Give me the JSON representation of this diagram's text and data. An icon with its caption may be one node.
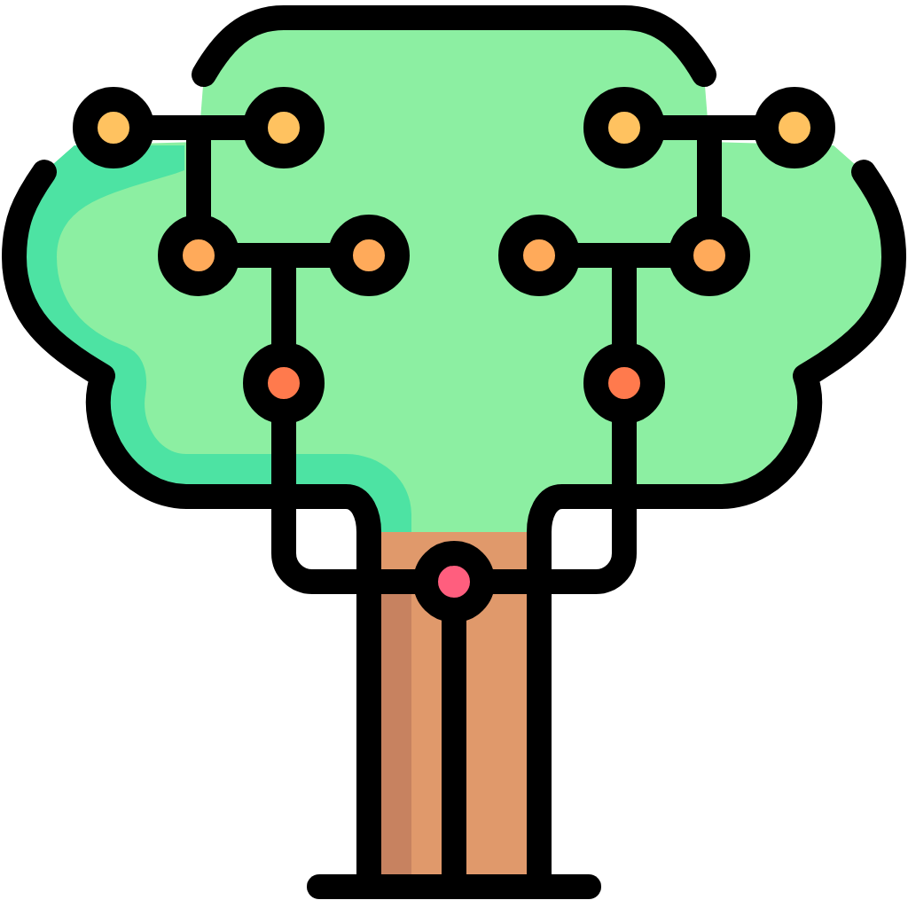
{
  "diagram": {
    "nodes": [
      {
        "text": [],
        "shape": "circle"
      },
      {
        "text": [],
        "shape": "circle"
      },
      {
        "text": [],
        "shape": "circle"
      },
      {
        "text": [],
        "shape": "circle"
      },
      {
        "text": [],
        "shape": "circle"
      },
      {
        "text": [],
        "shape": "circle"
      },
      {
        "text": [],
        "shape": "circle"
      },
      {
        "text": [],
        "shape": "circle"
      },
      {
        "text": [],
        "shape": "circle"
      },
      {
        "text": [],
        "shape": "circle"
      },
      {
        "text": [],
        "shape": "circle"
      }
    ],
    "edges": [
      {
        "from": 4,
        "to": 0,
        "arrow": "none"
      },
      {
        "from": 4,
        "to": 1,
        "arrow": "none"
      },
      {
        "from": 7,
        "to": 2,
        "arrow": "none"
      },
      {
        "from": 7,
        "to": 3,
        "arrow": "none"
      },
      {
        "from": 8,
        "to": 4,
        "arrow": "none"
      },
      {
        "from": 8,
        "to": 5,
        "arrow": "none"
      },
      {
        "from": 9,
        "to": 6,
        "arrow": "none"
      },
      {
        "from": 9,
        "to": 7,
        "arrow": "none"
      },
      {
        "from": 8,
        "to": 10,
        "arrow": "none"
      },
      {
        "from": 9,
        "to": 10,
        "arrow": "none"
      }
    ]
  }
}
